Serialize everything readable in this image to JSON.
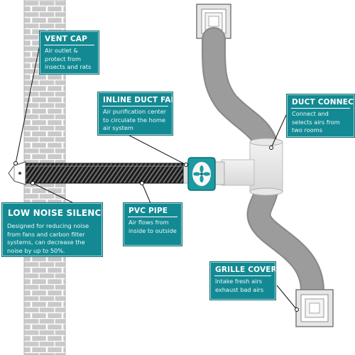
{
  "colors": {
    "teal": "#138a93",
    "brick": "#c9c9c9",
    "duct": "#b8b8b8",
    "fan_teal": "#1c9aa2"
  },
  "callouts": {
    "vent_cap": {
      "title": "VENT CAP",
      "desc": "Air outlet & protect from insects and rats"
    },
    "inline_fan": {
      "title": "INLINE DUCT FAN",
      "desc": "Air purification center to circulate the home air system"
    },
    "duct_connector": {
      "title": "DUCT CONNECTOR",
      "desc": "Connect and selects airs from two rooms"
    },
    "silencer": {
      "title": "LOW NOISE SILENCER",
      "desc": "Designed for reducing noise from fans and carbon filter systems, can decrease the noise by up to 50%."
    },
    "pvc_pipe": {
      "title": "PVC PIPE",
      "desc": "Air flows from inside to outside"
    },
    "grille_cover": {
      "title": "GRILLE COVER",
      "desc": "Intake fresh airs exhaust bad airs"
    }
  },
  "icons": [
    "fan-icon"
  ]
}
